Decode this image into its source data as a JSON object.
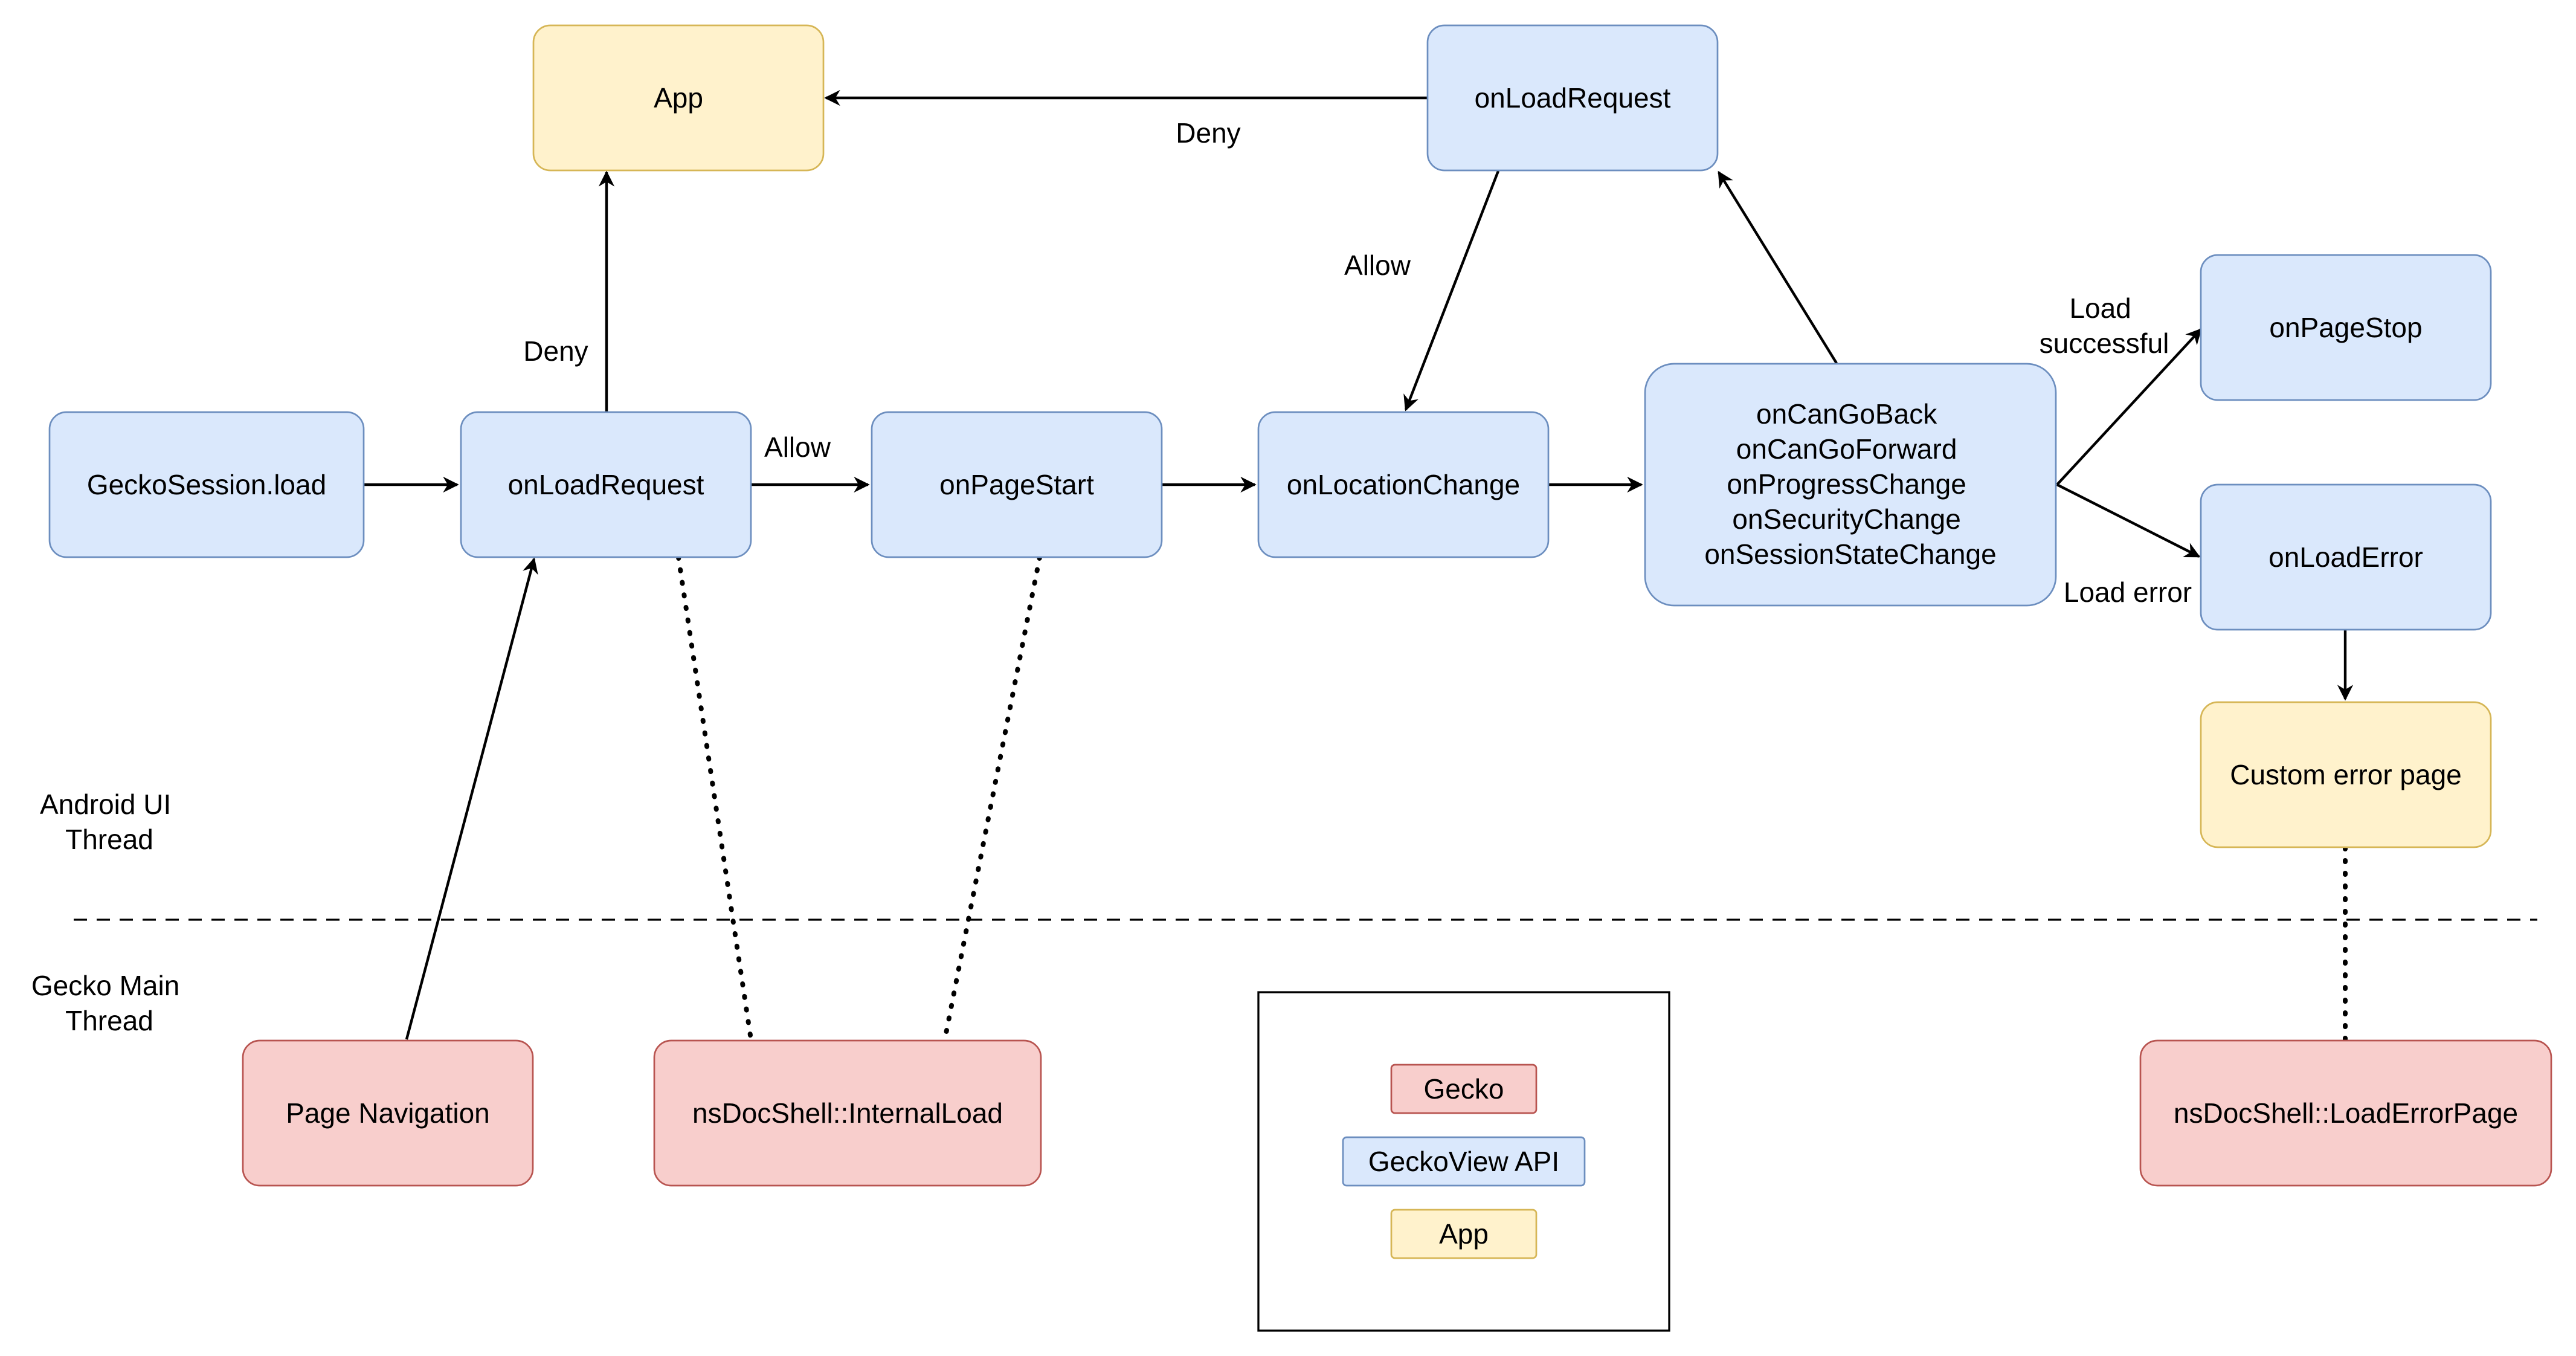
{
  "colors": {
    "gecko_fill": "#f8cecc",
    "gecko_stroke": "#b85450",
    "api_fill": "#dae8fc",
    "api_stroke": "#6c8ebf",
    "app_fill": "#fff2cc",
    "app_stroke": "#d6b656"
  },
  "nodes": {
    "app_top": "App",
    "on_load_request_top": "onLoadRequest",
    "gecko_session_load": "GeckoSession.load",
    "on_load_request": "onLoadRequest",
    "on_page_start": "onPageStart",
    "on_location_change": "onLocationChange",
    "progress_callbacks": [
      "onCanGoBack",
      "onCanGoForward",
      "onProgressChange",
      "onSecurityChange",
      "onSessionStateChange"
    ],
    "on_page_stop": "onPageStop",
    "on_load_error": "onLoadError",
    "custom_error_page": "Custom error page",
    "page_navigation": "Page Navigation",
    "internal_load": "nsDocShell::InternalLoad",
    "load_error_page": "nsDocShell::LoadErrorPage"
  },
  "edge_labels": {
    "deny_top": "Deny",
    "allow_top": "Allow",
    "deny_left": "Deny",
    "allow_left": "Allow",
    "load_successful": [
      "Load",
      "successful"
    ],
    "load_error": "Load error"
  },
  "threads": {
    "android_ui": [
      "Android UI",
      "Thread"
    ],
    "gecko_main": [
      "Gecko Main",
      "Thread"
    ]
  },
  "legend": {
    "gecko": "Gecko",
    "api": "GeckoView API",
    "app": "App"
  }
}
